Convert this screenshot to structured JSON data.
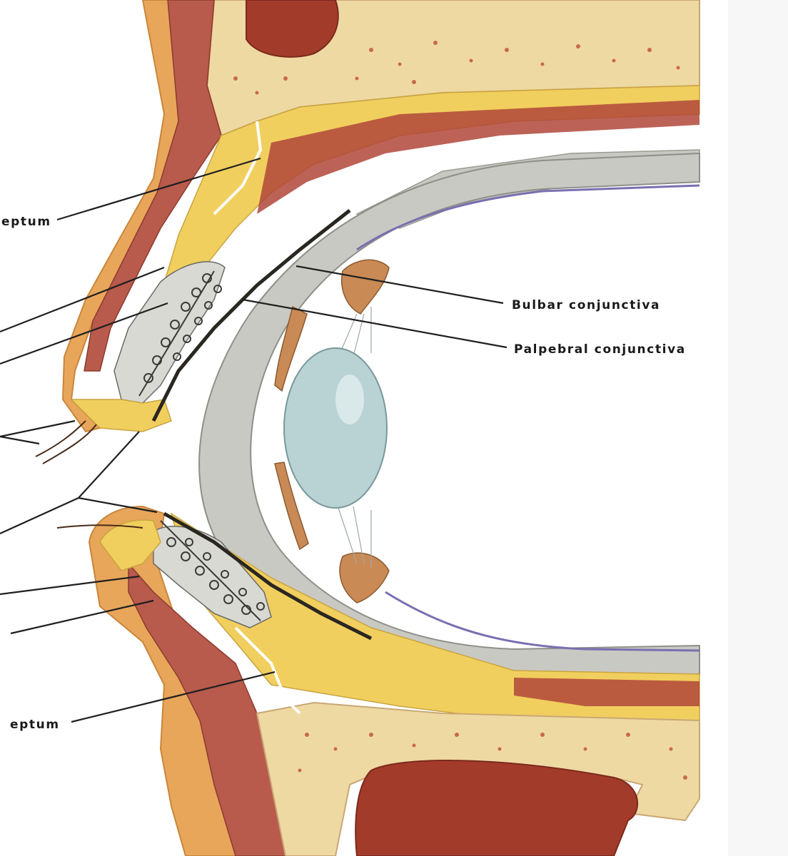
{
  "labels": {
    "upper_septum": "eptum",
    "bulbar": "Bulbar conjunctiva",
    "palpebral": "Palpebral conjunctiva",
    "lower_septum": "eptum"
  },
  "colors": {
    "skin": "#e8a65a",
    "muscle": "#b85a4c",
    "fat": "#f1cf5e",
    "bone": "#efd9a2",
    "sinus": "#a33b2b",
    "sclera": "#c9c9c4",
    "lens": "#b9d2d3"
  }
}
